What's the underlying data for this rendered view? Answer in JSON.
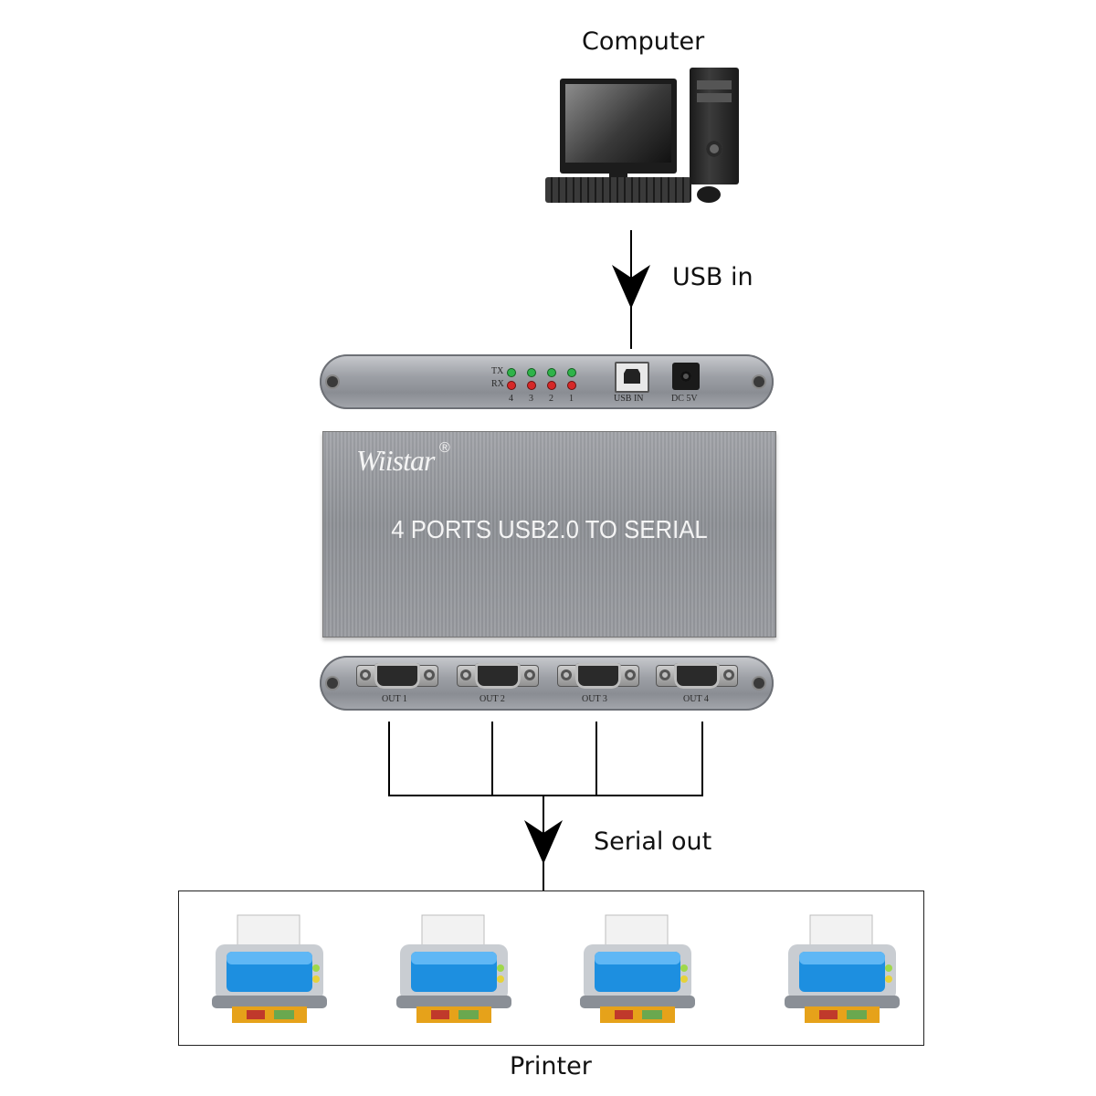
{
  "labels": {
    "computer": "Computer",
    "usb_in": "USB in",
    "serial_out": "Serial out",
    "printer": "Printer"
  },
  "device": {
    "brand": "Wiistar",
    "registered_mark": "®",
    "model_text": "4 PORTS USB2.0 TO SERIAL",
    "top_panel": {
      "tx_label": "TX",
      "rx_label": "RX",
      "led_port_numbers": [
        "4",
        "3",
        "2",
        "1"
      ],
      "usb_label": "USB IN",
      "dc_label": "DC 5V"
    },
    "bottom_panel": {
      "ports": [
        "OUT 1",
        "OUT 2",
        "OUT 3",
        "OUT 4"
      ]
    }
  },
  "printers": [
    {
      "icon": "printer-icon"
    },
    {
      "icon": "printer-icon"
    },
    {
      "icon": "printer-icon"
    },
    {
      "icon": "printer-icon"
    }
  ],
  "colors": {
    "led_tx": "#2fb34a",
    "led_rx": "#d62828",
    "printer_blue": "#1d8fe0",
    "device_gray": "#9a9ca1"
  }
}
